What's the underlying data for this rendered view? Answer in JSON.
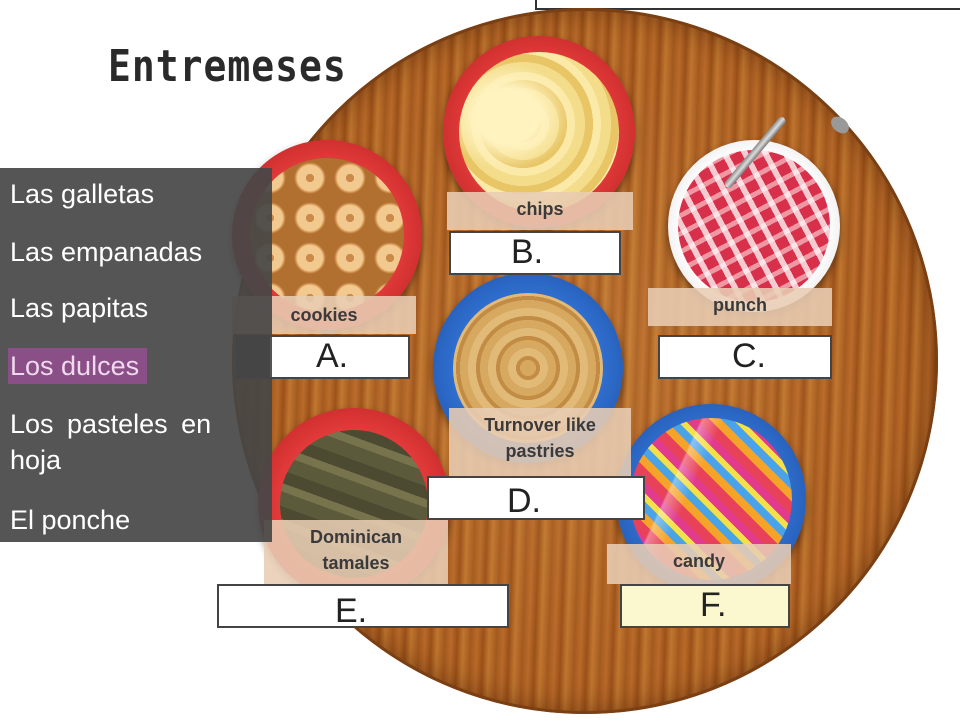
{
  "title": "Entremeses",
  "word_bank": [
    {
      "text": "Las galletas",
      "highlighted": false
    },
    {
      "text": "Las empanadas",
      "highlighted": false
    },
    {
      "text": "Las papitas",
      "highlighted": false
    },
    {
      "text": "Los dulces",
      "highlighted": true
    },
    {
      "text": "Los pasteles en hoja",
      "highlighted": false
    },
    {
      "text": "El ponche",
      "highlighted": false
    }
  ],
  "items": {
    "cookies": {
      "label": "cookies",
      "letter": "A."
    },
    "chips": {
      "label": "chips",
      "letter": "B."
    },
    "punch": {
      "label": "punch",
      "letter": "C."
    },
    "pastries": {
      "label": "Turnover like pastries",
      "letter": "D."
    },
    "tamales": {
      "label": "Dominican tamales",
      "letter": "E."
    },
    "candy": {
      "label": "candy",
      "letter": "F."
    }
  },
  "colors": {
    "highlight": "#8a4f86",
    "panel": "#464646",
    "label_bg": "#e8cdb4",
    "answer_f_bg": "#fbf7cf"
  }
}
